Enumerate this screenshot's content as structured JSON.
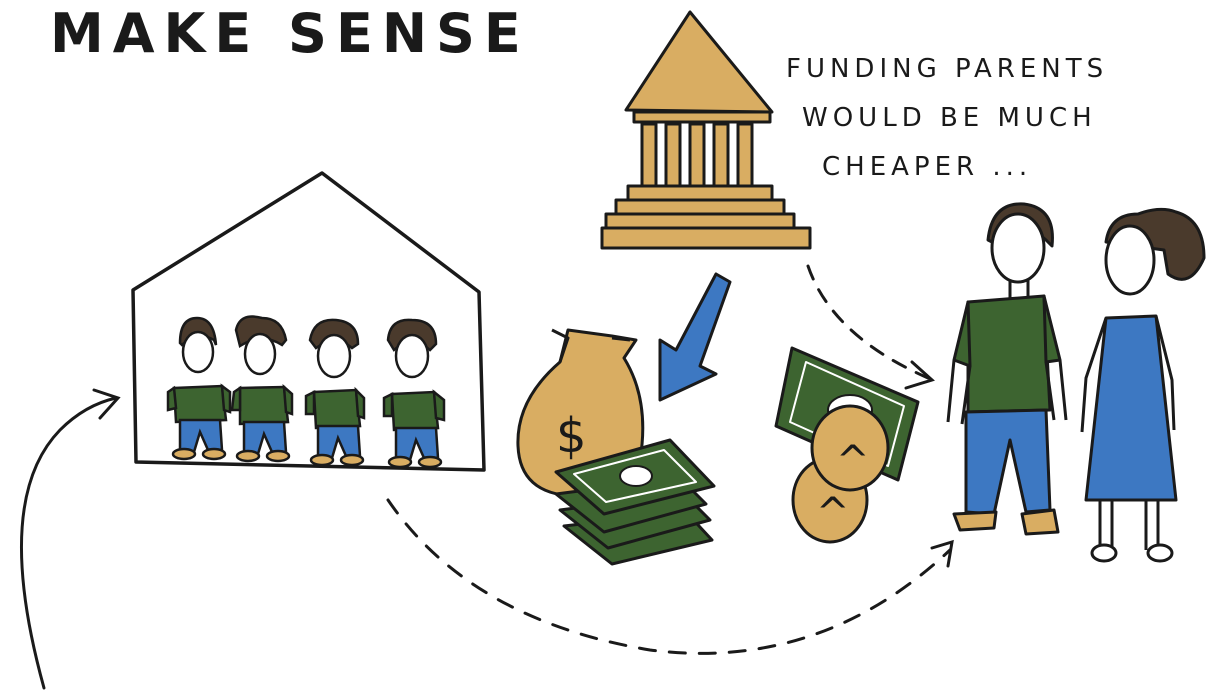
{
  "heading": "MAKE SENSE",
  "caption_lines": [
    "FUNDING PARENTS",
    "WOULD BE MUCH",
    "CHEAPER ..."
  ],
  "coin_symbol": "^",
  "money_symbol": "$",
  "colors": {
    "ink": "#1a1a1a",
    "gold": "#d9ad62",
    "green": "#3d6430",
    "blue": "#3d78c2",
    "hair": "#4a3a2c"
  }
}
